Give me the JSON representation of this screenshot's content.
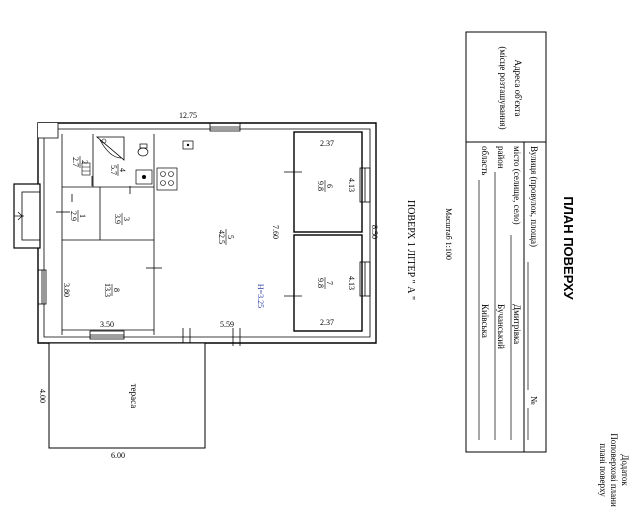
{
  "sheet": {
    "title": "ПЛАН ПОВЕРХУ",
    "appendix": [
      "Додаток",
      "Поповерхові плани",
      "плані поверху"
    ],
    "number_sign": "№",
    "address_heading": [
      "Адреса об'єкта",
      "(місце розташування)"
    ],
    "rows": [
      {
        "label": "Вулиця (провулок, площа)",
        "value": ""
      },
      {
        "label": "місто (селище, село)",
        "value": "Дмитрівка"
      },
      {
        "label": "район",
        "value": "Бучанський"
      },
      {
        "label": "область",
        "value": "Київська"
      }
    ],
    "floor_label": "ПОВЕРХ  1   ЛІТЕР \" А \"",
    "scale": "Масштаб 1:100"
  },
  "plan": {
    "dimensions": {
      "top": "12.75",
      "right": "8.50",
      "right_upper": "4.13",
      "right_lower": "4.13",
      "room6_width": "2.37",
      "room7_width": "2.37",
      "room5_depth": "7.60",
      "room8_depth": "3.80",
      "bottom_left": "3.50",
      "bottom_mid": "5.59",
      "terrace_width": "6.00",
      "terrace_depth": "4.00"
    },
    "height_mark": "H=3.25",
    "terrace_label": "тераса",
    "rooms": [
      {
        "num": "2",
        "area": "2.7"
      },
      {
        "num": "4",
        "area": "5.7"
      },
      {
        "num": "1",
        "area": "2.9"
      },
      {
        "num": "3",
        "area": "3.9"
      },
      {
        "num": "5",
        "area": "42.5"
      },
      {
        "num": "6",
        "area": "9.8"
      },
      {
        "num": "7",
        "area": "9.8"
      },
      {
        "num": "8",
        "area": "13.3"
      }
    ]
  },
  "colors": {
    "height_mark": "#2a3aa8"
  }
}
